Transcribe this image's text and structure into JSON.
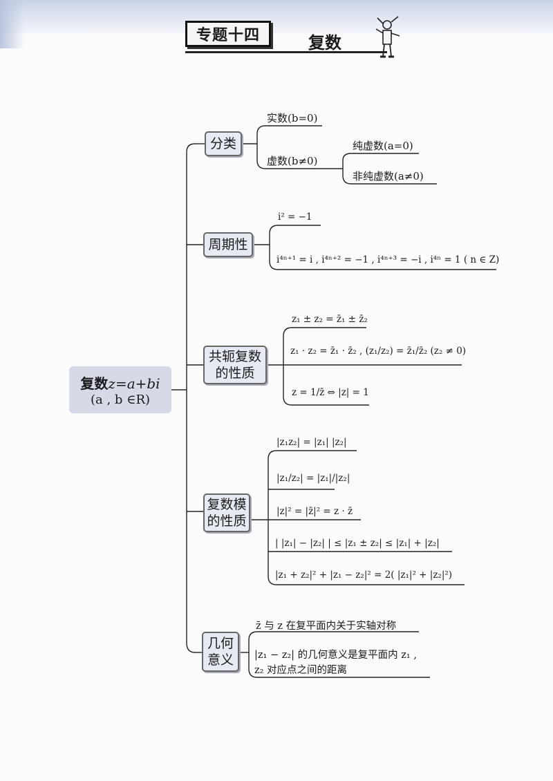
{
  "header": {
    "topic_number": "专题十四",
    "topic_title": "复数"
  },
  "root": {
    "line1_word": "复数",
    "line1_formula": "z=a+bi",
    "line2": "(a , b ∈R)"
  },
  "branches": {
    "classification": {
      "label": "分类",
      "real": "实数(b=0)",
      "imaginary": "虚数(b≠0)",
      "pure_imaginary": "纯虚数(a=0)",
      "non_pure_imaginary": "非纯虚数(a≠0)"
    },
    "periodicity": {
      "label": "周期性",
      "f1": "i² = −1",
      "f2": "i⁴ⁿ⁺¹ = i , i⁴ⁿ⁺² = −1 , i⁴ⁿ⁺³ = −i , i⁴ⁿ = 1 ( n ∈ Z)"
    },
    "conjugate": {
      "label_line1": "共轭复数",
      "label_line2": "的性质",
      "f1": "z₁ ± z₂ = z̄₁ ± z̄₂",
      "f2": "z₁ · z₂ = z̄₁ · z̄₂ , (z₁/z₂) = z̄₁/z̄₂ (z₂ ≠ 0)",
      "f3": "z = 1/z̄ ⇔ |z| = 1"
    },
    "modulus": {
      "label_line1": "复数模",
      "label_line2": "的性质",
      "f1": "|z₁z₂| = |z₁| |z₂|",
      "f2": "|z₁/z₂| = |z₁|/|z₂|",
      "f3": "|z|² = |z̄|² = z · z̄",
      "f4": "| |z₁| − |z₂| | ≤ |z₁ ± z₂| ≤ |z₁| + |z₂|",
      "f5": "|z₁ + z₂|² + |z₁ − z₂|² = 2( |z₁|² + |z₂|²)"
    },
    "geometry": {
      "label_line1": "几何",
      "label_line2": "意义",
      "f1": "z̄ 与 z 在复平面内关于实轴对称",
      "f2_line1": "|z₁ − z₂| 的几何意义是复平面内 z₁ ,",
      "f2_line2": "z₂ 对应点之间的距离"
    }
  }
}
